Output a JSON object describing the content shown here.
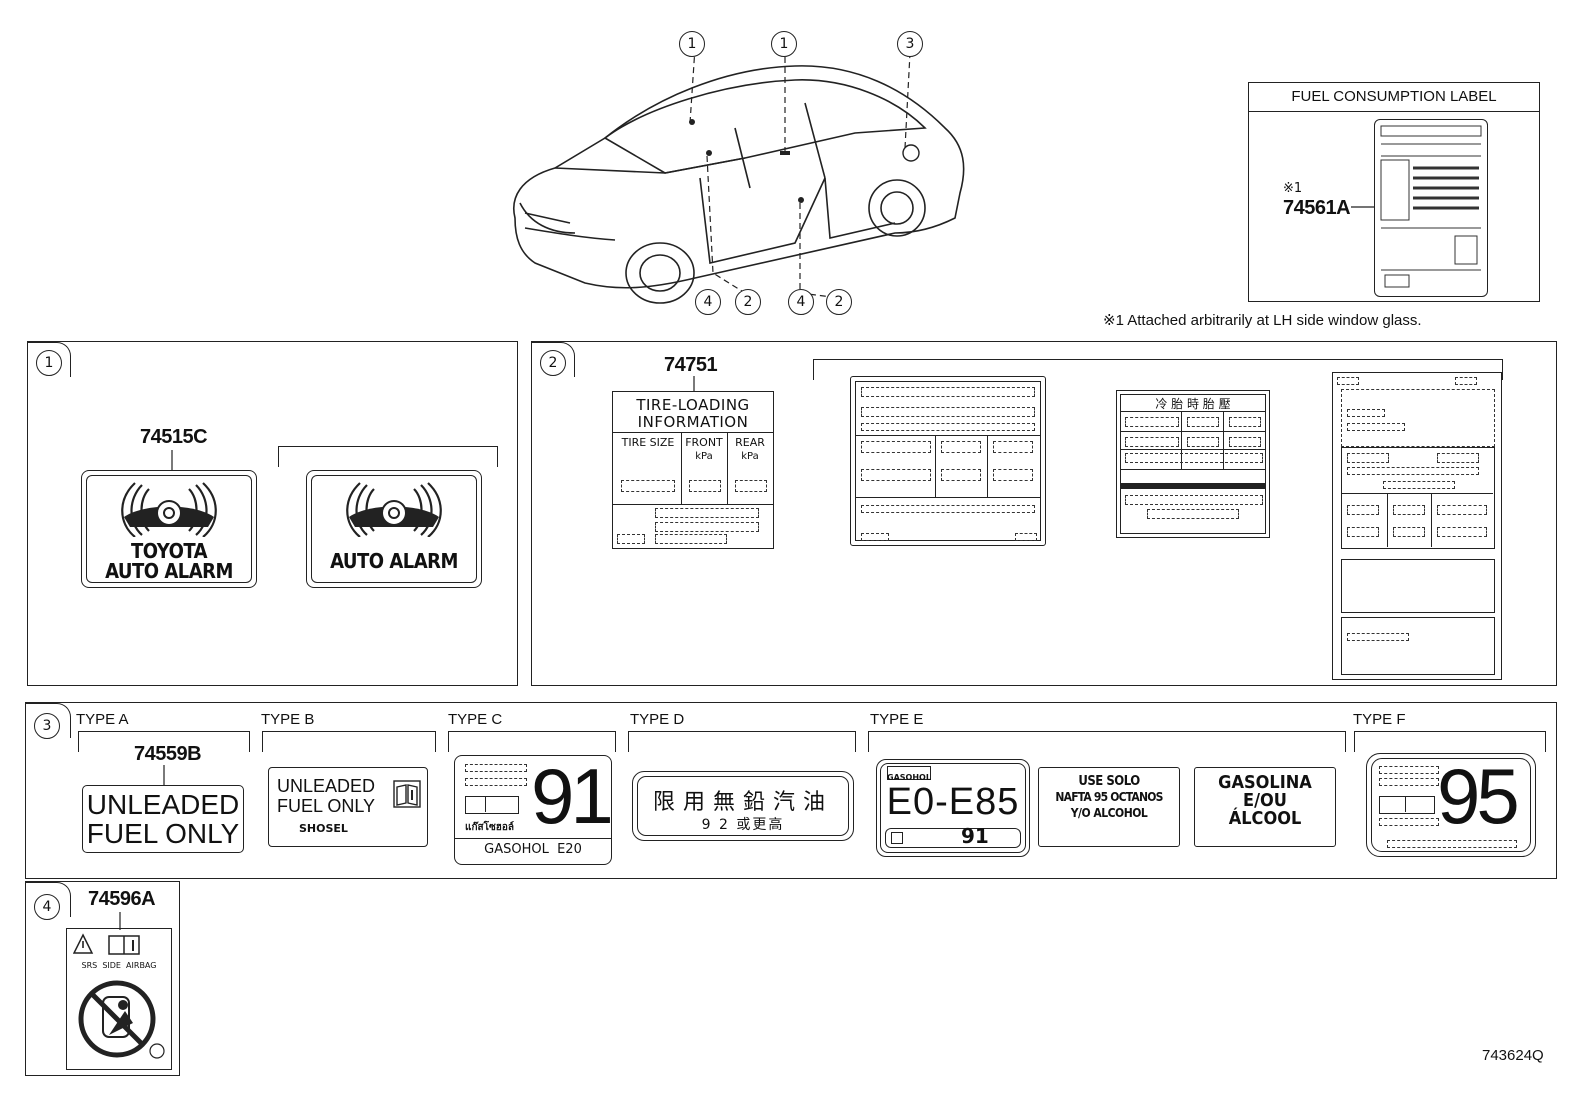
{
  "car": {
    "callouts": [
      "1",
      "1",
      "3",
      "4",
      "2",
      "4",
      "2"
    ]
  },
  "fuel_label": {
    "title": "FUEL CONSUMPTION LABEL",
    "ref_mark": "※1",
    "part_number": "74561A",
    "note": "※1  Attached arbitrarily at LH side window glass."
  },
  "panel1": {
    "num": "1",
    "part_number": "74515C",
    "label_a_line1": "TOYOTA",
    "label_a_line2": "AUTO ALARM",
    "label_b": "AUTO ALARM"
  },
  "panel2": {
    "num": "2",
    "part_number": "74751",
    "tire_title_1": "TIRE-LOADING",
    "tire_title_2": "INFORMATION",
    "col_tire": "TIRE SIZE",
    "col_front": "FRONT",
    "col_rear": "REAR",
    "unit": "kPa",
    "cjk_header": "冷 胎 時 胎 壓"
  },
  "panel3": {
    "num": "3",
    "types": [
      "TYPE A",
      "TYPE B",
      "TYPE C",
      "TYPE D",
      "TYPE E",
      "TYPE F"
    ],
    "part_number": "74559B",
    "a_line1": "UNLEADED",
    "a_line2": "FUEL ONLY",
    "b_line1": "UNLEADED",
    "b_line2": "FUEL ONLY",
    "b_logo": "SHOSEL",
    "c_number": "91",
    "c_thai": "แก๊สโซฮอล์",
    "c_bottom": "GASOHOL  E20",
    "d_line1": "限用無鉛汽油",
    "d_line2": "9 2 或更高",
    "e_tag": "GASOHOL",
    "e_main": "E0-E85",
    "e_num": "91",
    "e2_line1": "USE SOLO",
    "e2_line2": "NAFTA 95 OCTANOS",
    "e2_line3": "Y/O ALCOHOL",
    "e3_line1": "GASOLINA",
    "e3_line2": "E/OU",
    "e3_line3": "ÁLCOOL",
    "f_number": "95"
  },
  "panel4": {
    "num": "4",
    "part_number": "74596A",
    "caption": "SRS  SIDE  AIRBAG"
  },
  "footer": {
    "code": "743624Q"
  }
}
